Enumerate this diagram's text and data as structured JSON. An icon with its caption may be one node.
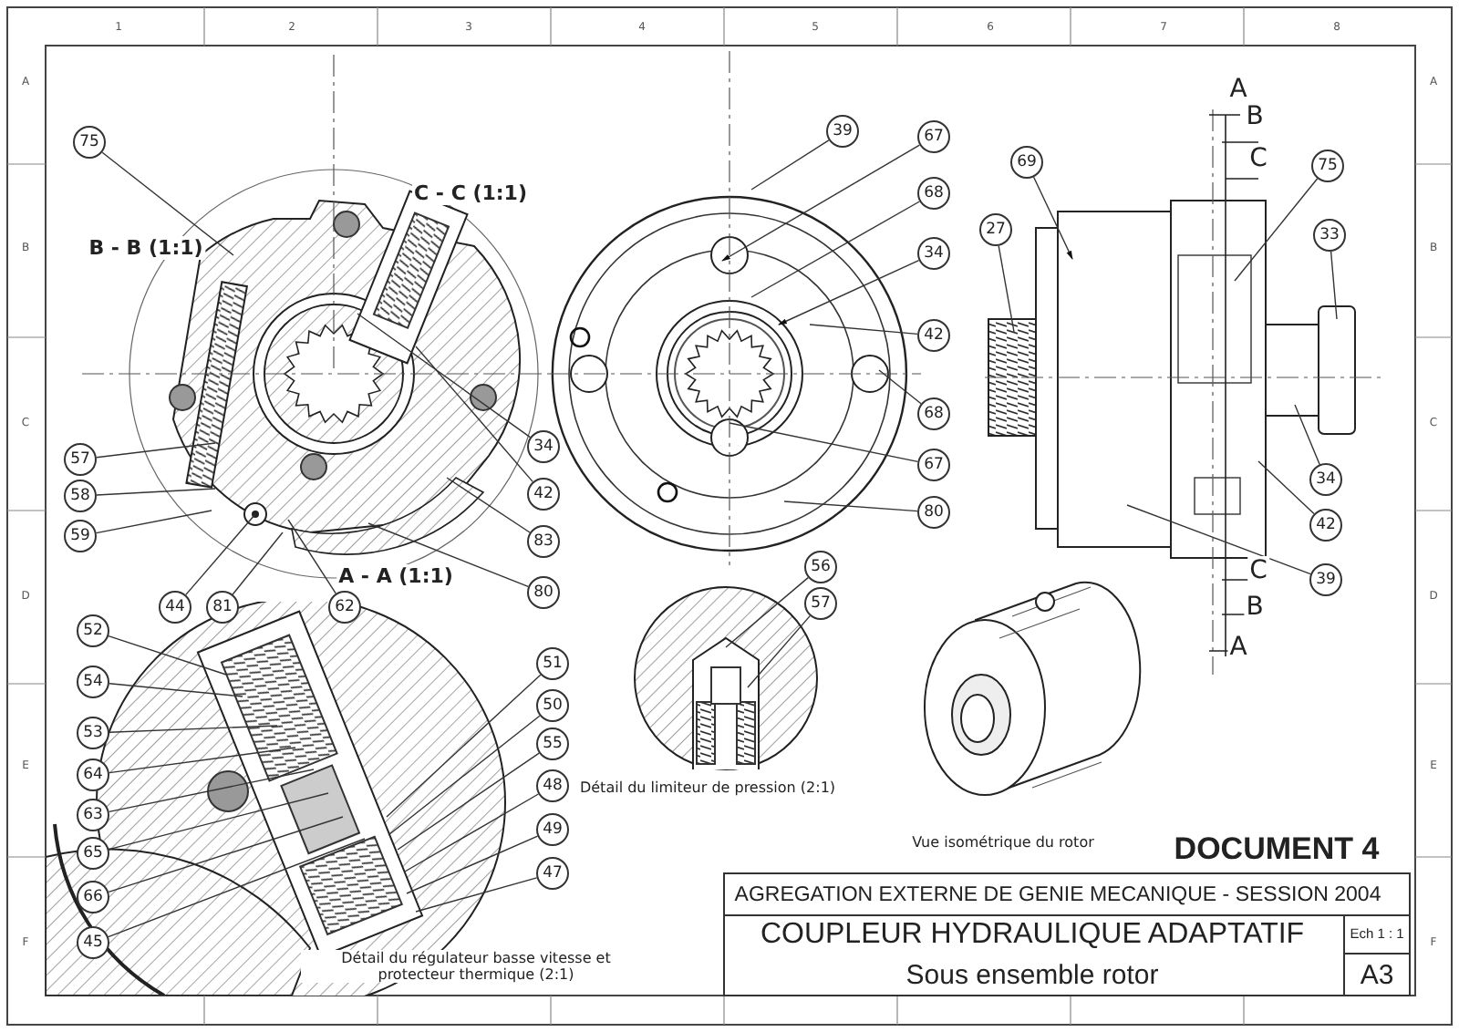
{
  "diagram": {
    "title": "COUPLEUR HYDRAULIQUE ADAPTATIF",
    "nodes": [
      {
        "text": [
          "75"
        ]
      },
      {
        "text": [
          "57"
        ]
      },
      {
        "text": [
          "58"
        ]
      },
      {
        "text": [
          "59"
        ]
      },
      {
        "text": [
          "44"
        ]
      },
      {
        "text": [
          "81"
        ]
      },
      {
        "text": [
          "62"
        ]
      },
      {
        "text": [
          "34"
        ]
      },
      {
        "text": [
          "42"
        ]
      },
      {
        "text": [
          "83"
        ]
      },
      {
        "text": [
          "80"
        ]
      },
      {
        "text": [
          "39"
        ]
      },
      {
        "text": [
          "67"
        ]
      },
      {
        "text": [
          "68"
        ]
      },
      {
        "text": [
          "34"
        ]
      },
      {
        "text": [
          "42"
        ]
      },
      {
        "text": [
          "68"
        ]
      },
      {
        "text": [
          "67"
        ]
      },
      {
        "text": [
          "80"
        ]
      },
      {
        "text": [
          "69"
        ]
      },
      {
        "text": [
          "27"
        ]
      },
      {
        "text": [
          "75"
        ]
      },
      {
        "text": [
          "33"
        ]
      },
      {
        "text": [
          "34"
        ]
      },
      {
        "text": [
          "42"
        ]
      },
      {
        "text": [
          "39"
        ]
      },
      {
        "text": [
          "56"
        ]
      },
      {
        "text": [
          "57"
        ]
      },
      {
        "text": [
          "52"
        ]
      },
      {
        "text": [
          "54"
        ]
      },
      {
        "text": [
          "53"
        ]
      },
      {
        "text": [
          "64"
        ]
      },
      {
        "text": [
          "63"
        ]
      },
      {
        "text": [
          "65"
        ]
      },
      {
        "text": [
          "66"
        ]
      },
      {
        "text": [
          "45"
        ]
      },
      {
        "text": [
          "51"
        ]
      },
      {
        "text": [
          "50"
        ]
      },
      {
        "text": [
          "55"
        ]
      },
      {
        "text": [
          "48"
        ]
      },
      {
        "text": [
          "49"
        ]
      },
      {
        "text": [
          "47"
        ]
      }
    ],
    "edges": [
      {
        "from": 0,
        "to": null,
        "arrow": "none"
      },
      {
        "from": 1,
        "to": null,
        "arrow": "none"
      },
      {
        "from": 2,
        "to": null,
        "arrow": "none"
      },
      {
        "from": 3,
        "to": null,
        "arrow": "none"
      },
      {
        "from": 4,
        "to": null,
        "arrow": "none"
      },
      {
        "from": 5,
        "to": null,
        "arrow": "none"
      },
      {
        "from": 6,
        "to": null,
        "arrow": "none"
      },
      {
        "from": 7,
        "to": null,
        "arrow": "none"
      },
      {
        "from": 8,
        "to": null,
        "arrow": "none"
      },
      {
        "from": 9,
        "to": null,
        "arrow": "none"
      },
      {
        "from": 10,
        "to": null,
        "arrow": "none"
      },
      {
        "from": 11,
        "to": null,
        "arrow": "none"
      },
      {
        "from": 12,
        "to": null,
        "arrow": "to"
      },
      {
        "from": 13,
        "to": null,
        "arrow": "none"
      },
      {
        "from": 14,
        "to": null,
        "arrow": "to"
      },
      {
        "from": 15,
        "to": null,
        "arrow": "none"
      },
      {
        "from": 16,
        "to": null,
        "arrow": "none"
      },
      {
        "from": 17,
        "to": null,
        "arrow": "none"
      },
      {
        "from": 18,
        "to": null,
        "arrow": "none"
      },
      {
        "from": 19,
        "to": null,
        "arrow": "to"
      },
      {
        "from": 20,
        "to": null,
        "arrow": "none"
      },
      {
        "from": 21,
        "to": null,
        "arrow": "none"
      },
      {
        "from": 22,
        "to": null,
        "arrow": "none"
      },
      {
        "from": 23,
        "to": null,
        "arrow": "none"
      },
      {
        "from": 24,
        "to": null,
        "arrow": "none"
      },
      {
        "from": 25,
        "to": null,
        "arrow": "none"
      },
      {
        "from": 26,
        "to": null,
        "arrow": "none"
      },
      {
        "from": 27,
        "to": null,
        "arrow": "none"
      },
      {
        "from": 28,
        "to": null,
        "arrow": "none"
      },
      {
        "from": 29,
        "to": null,
        "arrow": "none"
      },
      {
        "from": 30,
        "to": null,
        "arrow": "none"
      },
      {
        "from": 31,
        "to": null,
        "arrow": "none"
      },
      {
        "from": 32,
        "to": null,
        "arrow": "none"
      },
      {
        "from": 33,
        "to": null,
        "arrow": "none"
      },
      {
        "from": 34,
        "to": null,
        "arrow": "none"
      },
      {
        "from": 35,
        "to": null,
        "arrow": "none"
      },
      {
        "from": 36,
        "to": null,
        "arrow": "none"
      },
      {
        "from": 37,
        "to": null,
        "arrow": "none"
      },
      {
        "from": 38,
        "to": null,
        "arrow": "none"
      },
      {
        "from": 39,
        "to": null,
        "arrow": "none"
      },
      {
        "from": 40,
        "to": null,
        "arrow": "none"
      },
      {
        "from": 41,
        "to": null,
        "arrow": "none"
      }
    ],
    "labels": [
      "1",
      "2",
      "3",
      "4",
      "5",
      "6",
      "7",
      "8",
      "A",
      "B",
      "C",
      "D",
      "E",
      "F",
      "A",
      "B",
      "C",
      "D",
      "E",
      "F",
      "C - C (1:1)",
      "B - B (1:1)",
      "A",
      "B",
      "C",
      "A - A (1:1)",
      "C",
      "B",
      "A",
      "Détail du limiteur de pression (2:1)",
      "Vue isométrique du rotor",
      "DOCUMENT 4",
      "AGREGATION EXTERNE DE GENIE MECANIQUE - SESSION 2004",
      "Ech 1 : 1",
      "Sous ensemble rotor",
      "A3",
      "Détail du régulateur basse vitesse et protecteur thermique (2:1)"
    ]
  }
}
